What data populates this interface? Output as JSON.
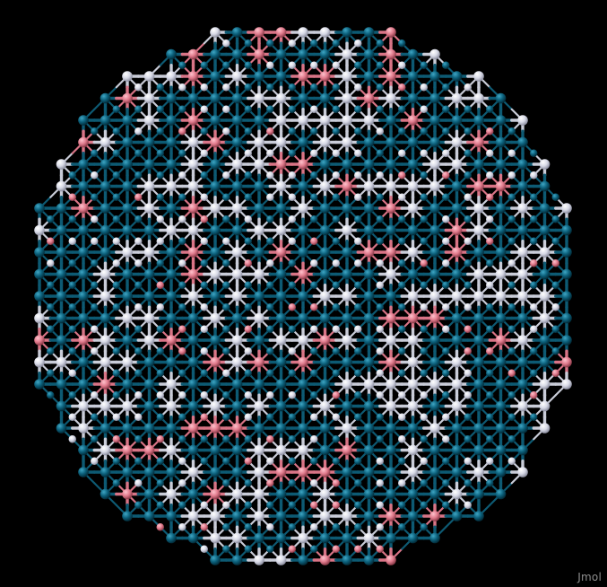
{
  "viewer": {
    "watermark": "Jmol",
    "background_color": "#000000"
  },
  "molecule": {
    "description_shape": "spherical nanoparticle, cubic lattice",
    "atom_types": [
      {
        "name": "teal-atom",
        "color": "#0b5f7a",
        "share": 0.55
      },
      {
        "name": "white-atom",
        "color": "#d7d9e6",
        "share": 0.33
      },
      {
        "name": "pink-atom",
        "color": "#e07a8c",
        "share": 0.12
      }
    ],
    "bond_style": "stick"
  }
}
